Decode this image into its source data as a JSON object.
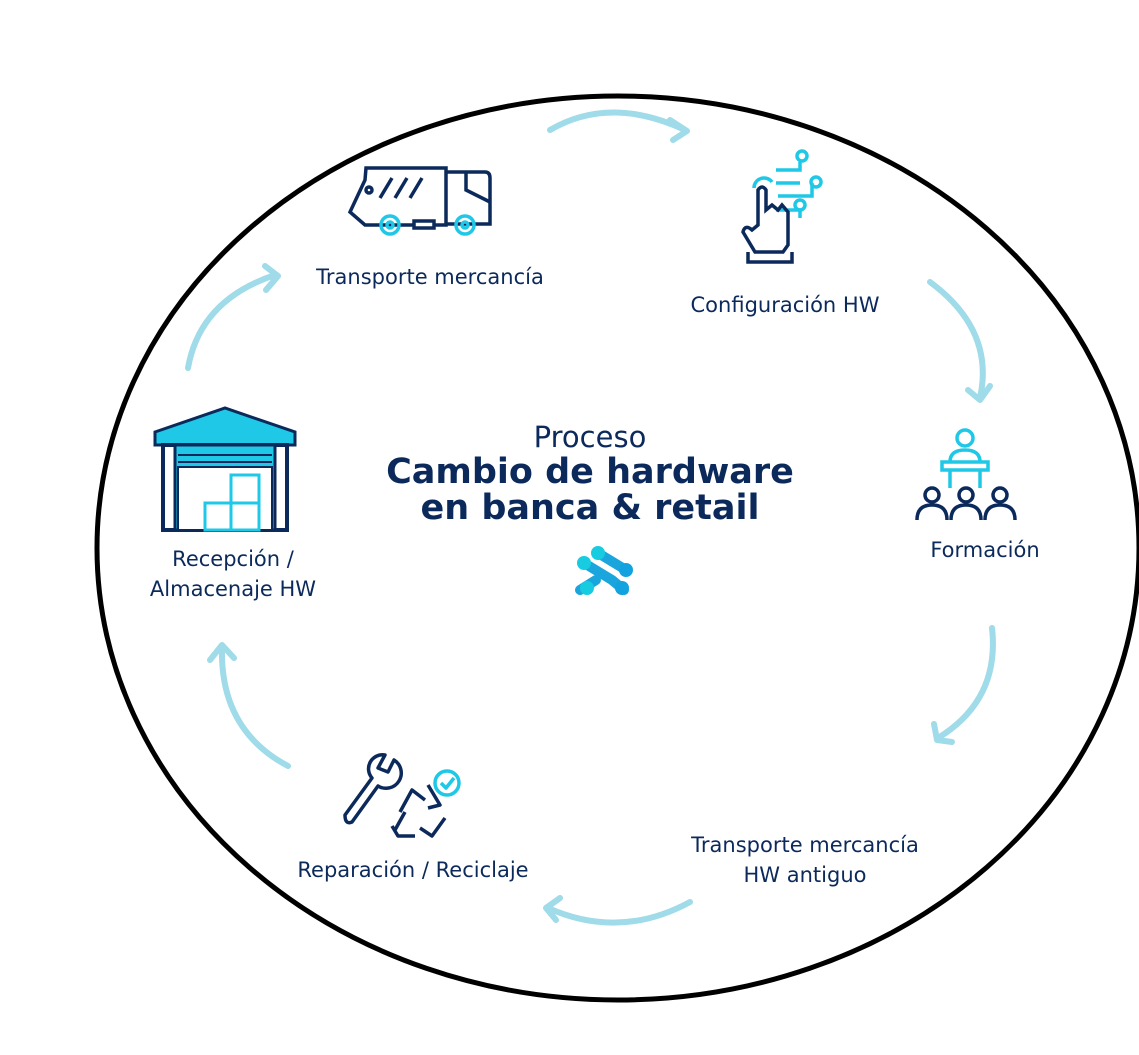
{
  "title": {
    "line1": "Proceso",
    "line2": "Cambio de hardware",
    "line3": "en banca & retail"
  },
  "steps": [
    {
      "label": "Transporte mercancía",
      "icon": "truck-icon"
    },
    {
      "label": "Configuración HW",
      "icon": "touch-config-icon"
    },
    {
      "label": "Formación",
      "icon": "training-icon"
    },
    {
      "label1": "Transporte mercancía",
      "label2": "HW antiguo",
      "icon": "truck-icon"
    },
    {
      "label": "Reparación / Reciclaje",
      "icon": "repair-recycle-icon"
    },
    {
      "label1": "Recepción /",
      "label2": "Almacenaje HW",
      "icon": "warehouse-icon"
    }
  ],
  "colors": {
    "navy": "#0b2a5b",
    "cyan": "#1ec8e6",
    "arrow": "#9fdbe8",
    "border": "#000000"
  }
}
